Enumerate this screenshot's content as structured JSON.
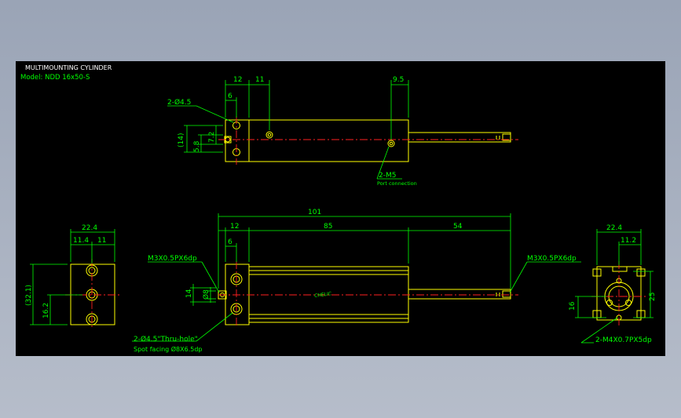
{
  "title": "MULTIMOUNTING CYLINDER",
  "model": "Model: NDD 16x50-S",
  "colors": {
    "background": "#000000",
    "outline": "#ffff00",
    "dimension": "#00ff00",
    "center": "#ff2020",
    "detail": "#ffffff"
  },
  "top_view": {
    "dims": {
      "d12": "12",
      "d11": "11",
      "d95": "9.5",
      "d6": "6",
      "d14": "(14)",
      "d58": "5.8",
      "d72": "7.2"
    },
    "hole_label": "2-Ø4.5",
    "port_label": "2-M5",
    "port_note": "Port connection"
  },
  "front_view": {
    "dims": {
      "d101": "101",
      "d12": "12",
      "d85": "85",
      "d54": "54",
      "d6": "6",
      "d14": "14",
      "d8": "Ø8"
    },
    "left_thread": "M3X0.5PX6dp",
    "right_thread": "M3X0.5PX6dp",
    "thru_label": "2-Ø4.5\"Thru-hole\"",
    "spot_label": "Spot facing Ø8X6.5dp",
    "logo": "CHELIC"
  },
  "left_view": {
    "dims": {
      "d224": "22.4",
      "d114": "11.4",
      "d11": "11",
      "d321": "(32.1)",
      "d162": "16.2"
    }
  },
  "right_view": {
    "dims": {
      "d224": "22.4",
      "d112": "11.2",
      "d25": "25",
      "d16": "16"
    },
    "thread_label": "2-M4X0.7PX5dp"
  }
}
